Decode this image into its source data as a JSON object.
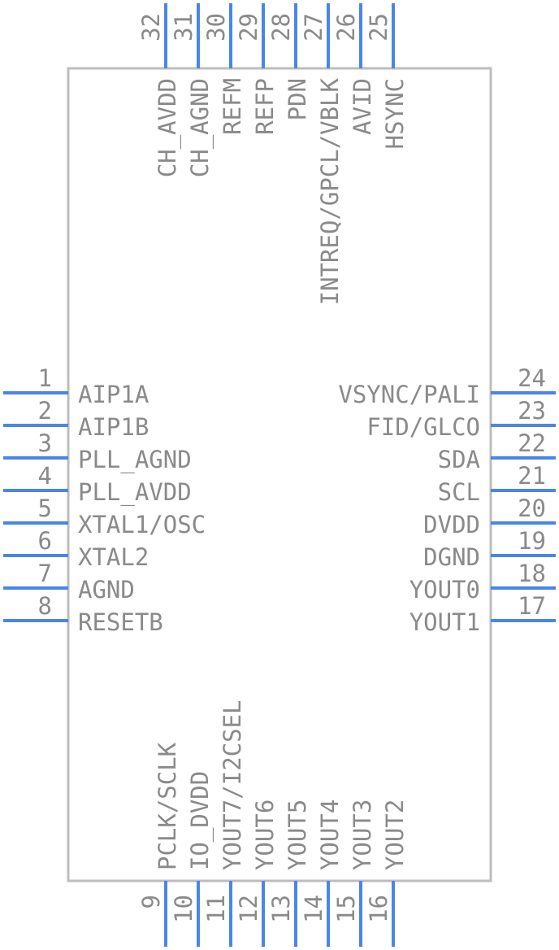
{
  "component": {
    "left_pins": [
      {
        "number": "1",
        "name": "AIP1A"
      },
      {
        "number": "2",
        "name": "AIP1B"
      },
      {
        "number": "3",
        "name": "PLL_AGND"
      },
      {
        "number": "4",
        "name": "PLL_AVDD"
      },
      {
        "number": "5",
        "name": "XTAL1/OSC"
      },
      {
        "number": "6",
        "name": "XTAL2"
      },
      {
        "number": "7",
        "name": "AGND"
      },
      {
        "number": "8",
        "name": "RESETB"
      }
    ],
    "bottom_pins": [
      {
        "number": "9",
        "name": "PCLK/SCLK"
      },
      {
        "number": "10",
        "name": "IO_DVDD"
      },
      {
        "number": "11",
        "name": "YOUT7/I2CSEL"
      },
      {
        "number": "12",
        "name": "YOUT6"
      },
      {
        "number": "13",
        "name": "YOUT5"
      },
      {
        "number": "14",
        "name": "YOUT4"
      },
      {
        "number": "15",
        "name": "YOUT3"
      },
      {
        "number": "16",
        "name": "YOUT2"
      }
    ],
    "right_pins": [
      {
        "number": "17",
        "name": "YOUT1"
      },
      {
        "number": "18",
        "name": "YOUT0"
      },
      {
        "number": "19",
        "name": "DGND"
      },
      {
        "number": "20",
        "name": "DVDD"
      },
      {
        "number": "21",
        "name": "SCL"
      },
      {
        "number": "22",
        "name": "SDA"
      },
      {
        "number": "23",
        "name": "FID/GLCO"
      },
      {
        "number": "24",
        "name": "VSYNC/PALI"
      }
    ],
    "top_pins": [
      {
        "number": "25",
        "name": "HSYNC"
      },
      {
        "number": "26",
        "name": "AVID"
      },
      {
        "number": "27",
        "name": "INTREQ/GPCL/VBLK"
      },
      {
        "number": "28",
        "name": "PDN"
      },
      {
        "number": "29",
        "name": "REFP"
      },
      {
        "number": "30",
        "name": "REFM"
      },
      {
        "number": "31",
        "name": "CH_AGND"
      },
      {
        "number": "32",
        "name": "CH_AVDD"
      }
    ]
  },
  "colors": {
    "pin": "#4a86e8",
    "body_outline": "#bdbdbd",
    "text": "#8a8a8a"
  }
}
